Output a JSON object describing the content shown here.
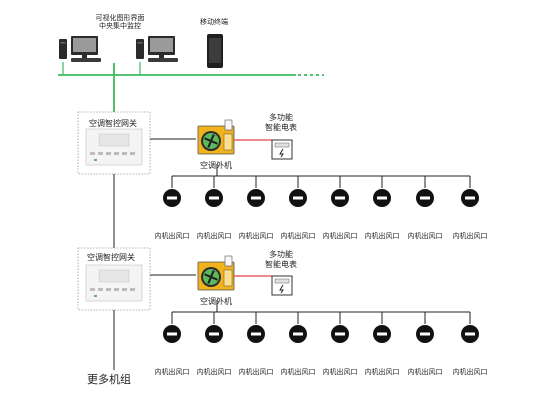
{
  "top": {
    "visual_ui_line1": "可视化图形界面",
    "visual_ui_line2": "中央集中监控",
    "mobile_terminal": "移动终端"
  },
  "groups": [
    {
      "gateway_label": "空调智控网关",
      "outdoor_unit_label": "空调外机",
      "meter_label_line1": "多功能",
      "meter_label_line2": "智能电表",
      "indoor_labels": [
        "内机出风口",
        "内机出风口",
        "内机出风口",
        "内机出风口",
        "内机出风口",
        "内机出风口",
        "内机出风口",
        "内机出风口"
      ]
    },
    {
      "gateway_label": "空调智控网关",
      "outdoor_unit_label": "空调外机",
      "meter_label_line1": "多功能",
      "meter_label_line2": "智能电表",
      "indoor_labels": [
        "内机出风口",
        "内机出风口",
        "内机出风口",
        "内机出风口",
        "内机出风口",
        "内机出风口",
        "内机出风口",
        "内机出风口"
      ]
    }
  ],
  "more_units": "更多机组",
  "colors": {
    "network_line": "#3dbb5e",
    "meter_link": "#e84545",
    "line": "#222222",
    "unit_yellow": "#f2b21c",
    "unit_green": "#5bb85c"
  }
}
